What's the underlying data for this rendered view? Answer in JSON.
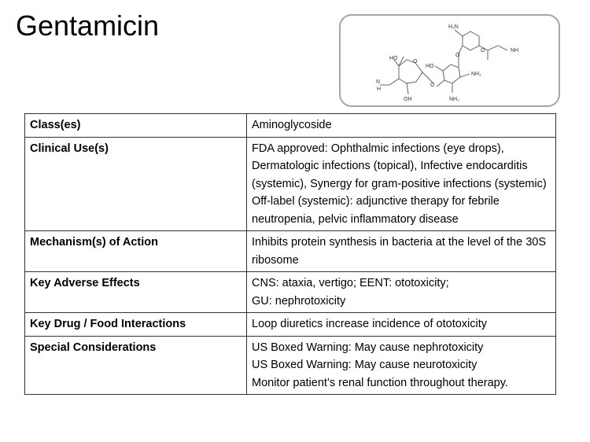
{
  "title": "Gentamicin",
  "structure": {
    "labels": {
      "h2n_top": "H₂N",
      "nh_right": "NH",
      "ho_left": "HO",
      "ho_mid": "HO",
      "nh2_right": "NH₂",
      "nh_left": "N",
      "nh_left_h": "H",
      "oh_bottom": "OH",
      "nh2_bottom": "NH₂",
      "o1": "O",
      "o2": "O",
      "o3": "O",
      "o4": "O"
    }
  },
  "rows": [
    {
      "label": "Class(es)",
      "value": "Aminoglycoside"
    },
    {
      "label": "Clinical Use(s)",
      "value": "FDA approved: Ophthalmic infections (eye drops), Dermatologic infections (topical), Infective endocarditis (systemic), Synergy for gram-positive infections (systemic)\nOff-label (systemic): adjunctive therapy for febrile neutropenia, pelvic inflammatory disease"
    },
    {
      "label": "Mechanism(s) of Action",
      "value": "Inhibits protein synthesis in bacteria at the level of the 30S ribosome"
    },
    {
      "label": "Key Adverse Effects",
      "value": "CNS: ataxia, vertigo; EENT: ototoxicity;\nGU: nephrotoxicity"
    },
    {
      "label": "Key Drug / Food Interactions",
      "value": "Loop diuretics increase incidence of ototoxicity"
    },
    {
      "label": "Special Considerations",
      "value": "US Boxed Warning: May cause nephrotoxicity\nUS Boxed Warning: May cause neurotoxicity\nMonitor patient’s renal function throughout therapy."
    }
  ]
}
